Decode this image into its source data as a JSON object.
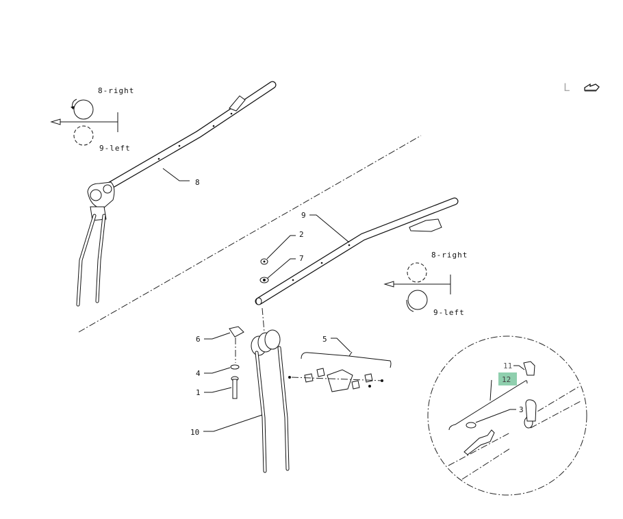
{
  "toolbar": {
    "layer_label": "L",
    "export_icon": "export-pointer-icon"
  },
  "rotation_top": {
    "right": "8-right",
    "left": "9-left"
  },
  "rotation_bottom": {
    "right": "8-right",
    "left": "9-left"
  },
  "callouts": {
    "c1": "1",
    "c2": "2",
    "c3": "3",
    "c4": "4",
    "c5": "5",
    "c6": "6",
    "c7": "7",
    "c8": "8",
    "c9": "9",
    "c10": "10",
    "c11": "11",
    "c12": "12"
  },
  "colors": {
    "highlight": "#8fcfae"
  }
}
